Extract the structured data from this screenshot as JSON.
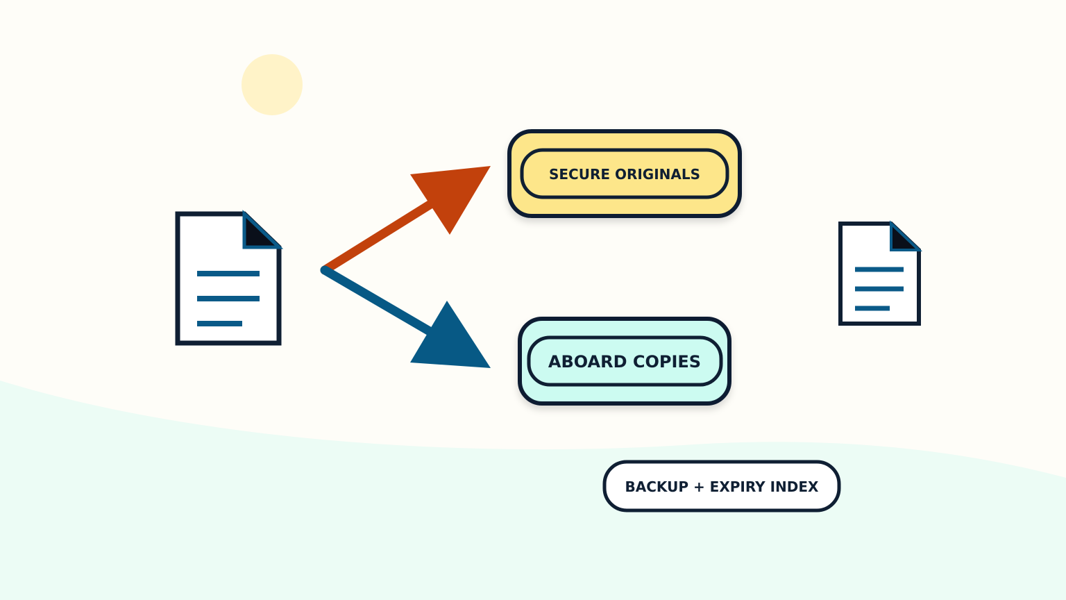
{
  "labels": {
    "secure": "SECURE ORIGINALS",
    "aboard": "ABOARD COPIES",
    "backup": "BACKUP + EXPIRY INDEX"
  },
  "colors": {
    "background": "#fefdf8",
    "ground": "#ecfcf5",
    "sun": "#fff3c8",
    "ink": "#0f1f33",
    "doc_lines": "#0a5a88",
    "arrow_up": "#c2410c",
    "arrow_down": "#075985",
    "secure_fill": "#fde68a",
    "aboard_fill": "#ccfbf1",
    "backup_fill": "#ffffff"
  },
  "icons": {
    "source": "document-icon",
    "target": "document-icon"
  }
}
